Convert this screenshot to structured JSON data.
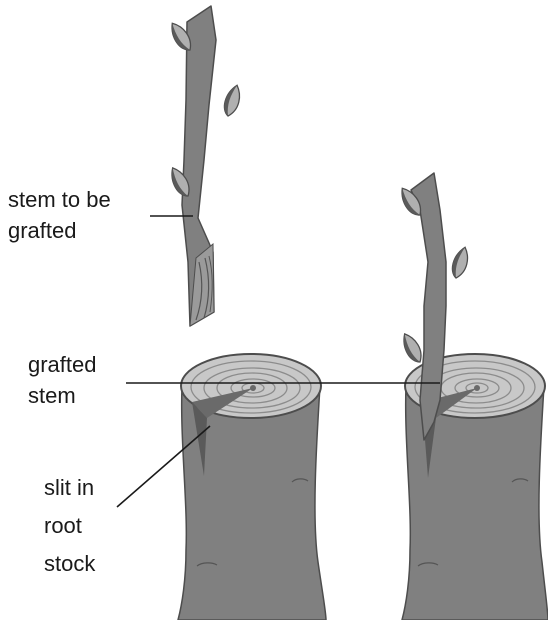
{
  "labels": {
    "stem_to_be_grafted": [
      "stem to be",
      "grafted"
    ],
    "grafted_stem": [
      "grafted",
      "stem"
    ],
    "slit_in_root_stock": [
      "slit in",
      "root",
      "stock"
    ]
  },
  "colors": {
    "bark": "#808080",
    "bark_dark": "#6a6a6a",
    "bark_outline": "#4d4d4d",
    "bud": "#b0b0b0",
    "bud_dark": "#5a5a5a",
    "stump_top": "#c8c8c8",
    "rings": "#8c8c8c",
    "leader_line": "#1a1a1a"
  }
}
